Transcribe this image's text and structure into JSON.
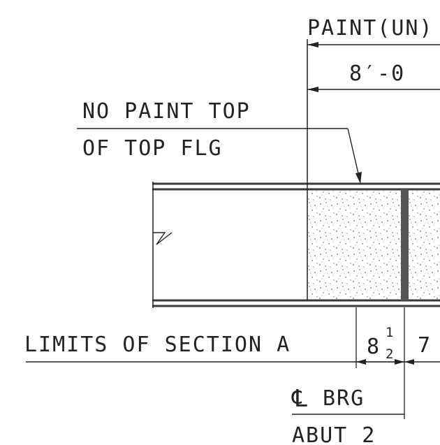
{
  "drawing": {
    "dim_top_label": "PAINT(UN)",
    "dim_top_value": "8′-0",
    "note_top_line1": "NO PAINT TOP",
    "note_top_line2": "OF TOP FLG",
    "note_section": "LIMITS OF SECTION A",
    "dim_bottom_whole": "8",
    "dim_bottom_frac_num": "1",
    "dim_bottom_frac_den": "2",
    "dim_bottom_next": "7",
    "bearing_label": "BRG",
    "bearing_symbol": "℄",
    "abut_label": "ABUT 2"
  },
  "colors": {
    "ink": "#222222",
    "flange": "#3a3a3a",
    "stiffener": "#555555",
    "speckle": "#6a6a6a"
  }
}
